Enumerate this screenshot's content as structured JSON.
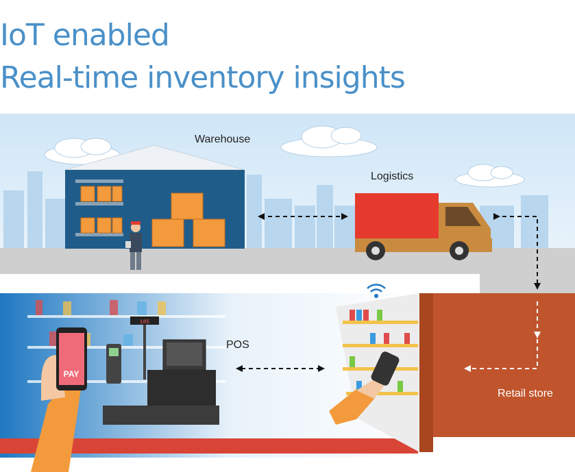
{
  "title": {
    "line1": "IoT enabled",
    "line2": "Real-time inventory insights"
  },
  "stages": {
    "warehouse": "Warehouse",
    "logistics": "Logistics",
    "retail": "Retail store",
    "pos": "POS"
  },
  "device": {
    "pay_label": "PAY",
    "display_number": "185"
  },
  "colors": {
    "title": "#4a90c8",
    "sky": "#cfe6f7",
    "road": "#cfcfcf",
    "warehouse_wall": "#1f5c8a",
    "box": "#f29a3c",
    "truck_cargo": "#e63a2e",
    "truck_cab": "#c98b3f",
    "store_wall": "#c0552d",
    "arrow": "#111111"
  }
}
